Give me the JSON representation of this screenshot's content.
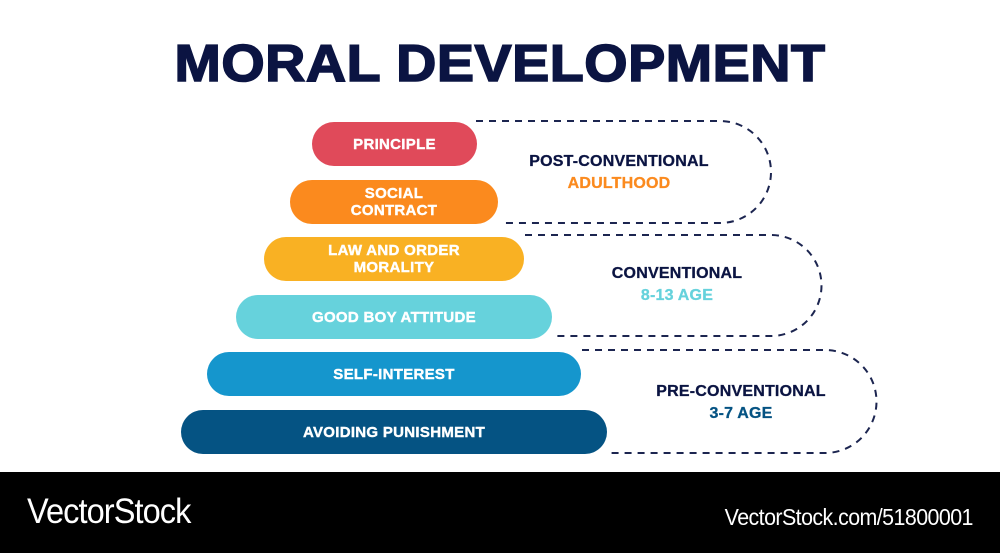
{
  "title": "MORAL DEVELOPMENT",
  "colors": {
    "title": "#0b1442",
    "dash": "#1c2550",
    "principle": "#e04a5a",
    "social_contract": "#fb8a1e",
    "law_and_order": "#f9b123",
    "good_boy": "#66d2dc",
    "self_interest": "#1596cd",
    "avoiding_punishment": "#055383",
    "footer_bg": "#000000"
  },
  "levels": [
    {
      "label_line1": "PRINCIPLE",
      "label_line2": "",
      "color": "#e04a5a"
    },
    {
      "label_line1": "SOCIAL",
      "label_line2": "CONTRACT",
      "color": "#fb8a1e"
    },
    {
      "label_line1": "LAW AND ORDER",
      "label_line2": "MORALITY",
      "color": "#f9b123"
    },
    {
      "label_line1": "GOOD BOY ATTITUDE",
      "label_line2": "",
      "color": "#66d2dc"
    },
    {
      "label_line1": "SELF-INTEREST",
      "label_line2": "",
      "color": "#1596cd"
    },
    {
      "label_line1": "AVOIDING PUNISHMENT",
      "label_line2": "",
      "color": "#055383"
    }
  ],
  "stages": [
    {
      "name": "POST-CONVENTIONAL",
      "age": "ADULTHOOD",
      "age_color": "#fb8a1e"
    },
    {
      "name": "CONVENTIONAL",
      "age": "8-13 AGE",
      "age_color": "#66d2dc"
    },
    {
      "name": "PRE-CONVENTIONAL",
      "age": "3-7 AGE",
      "age_color": "#055383"
    }
  ],
  "footer": {
    "brand": "VectorStock",
    "link": "VectorStock.com/51800001"
  }
}
